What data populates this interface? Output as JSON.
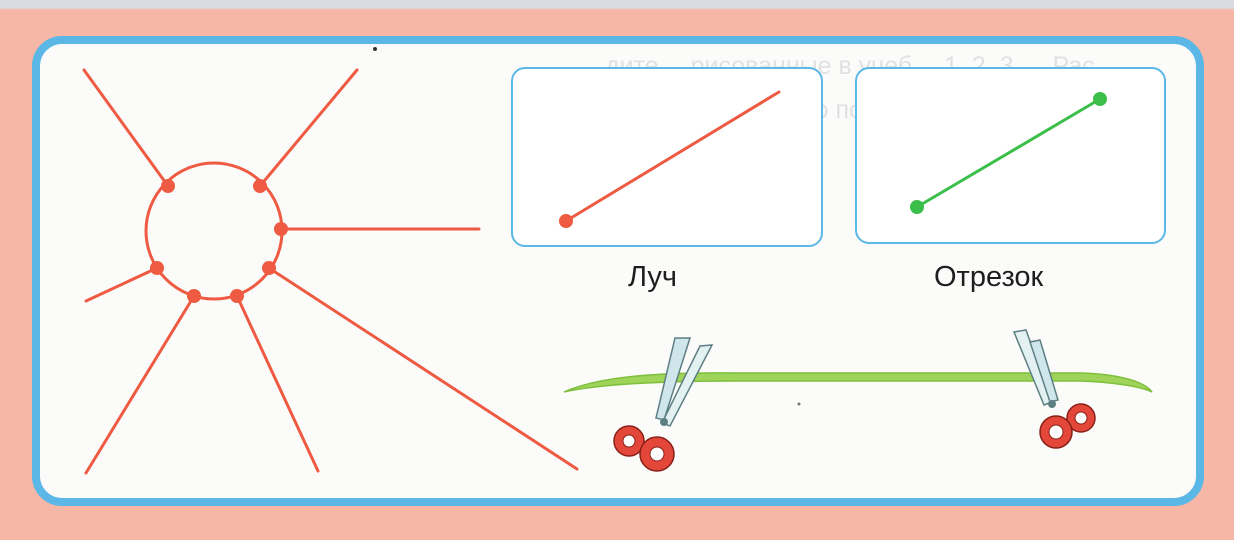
{
  "background_text": {
    "line1": "…дите …рисованные в учеб… 1, 2, 3 … Рас…",
    "line2": "…отом: две… … место подходящие … предлож…"
  },
  "labels": {
    "ray": "Луч",
    "segment": "Отрезок"
  },
  "colors": {
    "frame": "#5bb7e6",
    "ray": "#ee5a42",
    "segment": "#3cbf4a",
    "strip": "#9ed45a",
    "scissor_handle": "#e2473a",
    "page_background": "#f6b7a7"
  },
  "icons": [
    "sun-drawing",
    "ray-line",
    "segment-line",
    "green-strip",
    "scissors-left-icon",
    "scissors-right-icon"
  ]
}
